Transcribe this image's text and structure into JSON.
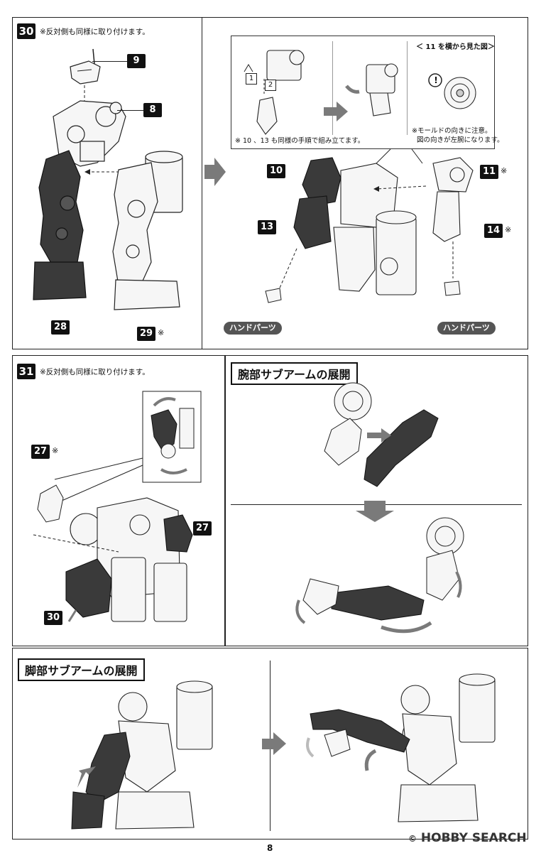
{
  "page_number": "8",
  "watermark": {
    "text": "HOBBY SEARCH",
    "symbol": "©"
  },
  "step30": {
    "number": "30",
    "note": "※反対側も同様に取り付けます。",
    "parts": {
      "p9": "9",
      "p8": "8",
      "p28": "28",
      "p29": "29",
      "p10": "10",
      "p13": "13",
      "p11": "11",
      "p14": "14"
    },
    "mark": "※",
    "inset_order": {
      "one": "1",
      "two": "2"
    },
    "inset_note": "※ 10 、13 も同様の手順で組み立てます。",
    "side_view": {
      "title": "＜ 11 を横から見た図＞",
      "caution": "!",
      "note_line1": "※モールドの向きに注意。",
      "note_line2": "図の向きが左腕になります。"
    },
    "hand_parts_label": "ハンドパーツ"
  },
  "step31": {
    "number": "31",
    "note": "※反対側も同様に取り付けます。",
    "parts": {
      "p27": "27",
      "p30": "30"
    },
    "mark": "※"
  },
  "arm_section": {
    "title": "腕部サブアームの展開"
  },
  "leg_section": {
    "title": "脚部サブアームの展開"
  },
  "colors": {
    "dark_part": "#3a3a3a",
    "light_part": "#f4f4f4",
    "arrow_gray": "#7a7a7a",
    "line": "#222222"
  }
}
